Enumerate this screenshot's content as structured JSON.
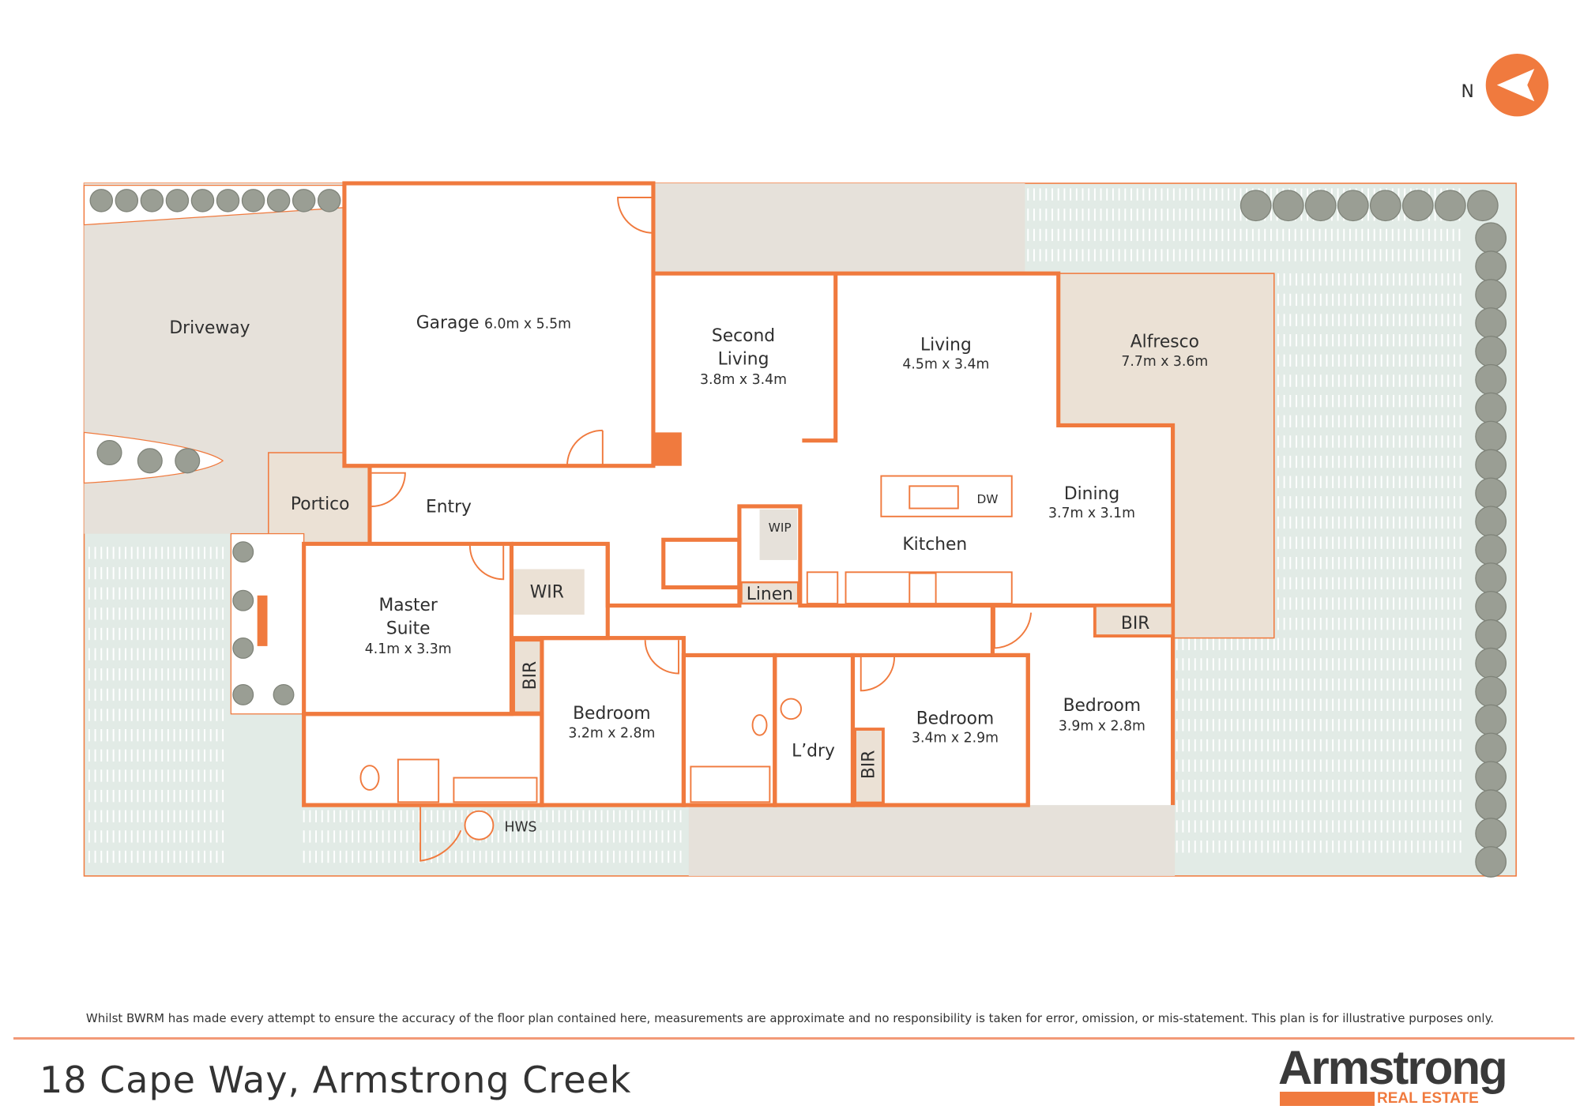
{
  "compass": {
    "label": "N"
  },
  "rooms": {
    "driveway": "Driveway",
    "garage": {
      "name": "Garage",
      "dims": "6.0m x 5.5m"
    },
    "second_living": {
      "name_1": "Second",
      "name_2": "Living",
      "dims": "3.8m x 3.4m"
    },
    "living": {
      "name": "Living",
      "dims": "4.5m x 3.4m"
    },
    "alfresco": {
      "name": "Alfresco",
      "dims": "7.7m x 3.6m"
    },
    "portico": "Portico",
    "entry": "Entry",
    "dining": {
      "name": "Dining",
      "dims": "3.7m x 3.1m"
    },
    "kitchen": "Kitchen",
    "wip": "WIP",
    "dw": "DW",
    "linen": "Linen",
    "wir": "WIR",
    "master": {
      "name_1": "Master",
      "name_2": "Suite",
      "dims": "4.1m x 3.3m"
    },
    "bir_master": "BIR",
    "bedroom2": {
      "name": "Bedroom",
      "dims": "3.2m x 2.8m"
    },
    "bir_bed3": "BIR",
    "bedroom3": {
      "name": "Bedroom",
      "dims": "3.4m x 2.9m"
    },
    "bedroom4": {
      "name": "Bedroom",
      "dims": "3.9m x 2.8m"
    },
    "bir_bed4": "BIR",
    "laundry": "L’dry",
    "hws": "HWS"
  },
  "footer": {
    "disclaimer": "Whilst BWRM  has made every attempt to ensure the accuracy of the floor plan contained here, measurements are approximate and no responsibility is taken for error, omission, or mis-statement. This plan is for illustrative purposes only.",
    "address": "18 Cape Way, Armstrong Creek",
    "logo_word": "Armstrong",
    "logo_sub": "REAL ESTATE"
  },
  "colors": {
    "accent": "#f07a3e",
    "grass": "#e2ebe6",
    "concrete": "#e6e1da",
    "deck": "#ebe1d5",
    "hedge": "#9a9e94"
  }
}
